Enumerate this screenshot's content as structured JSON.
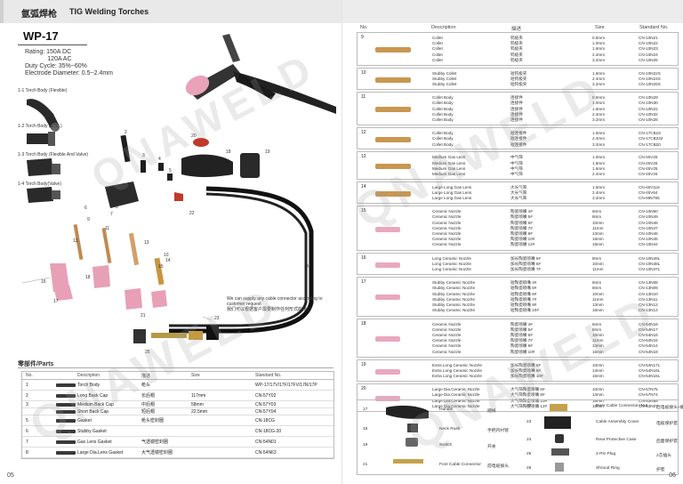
{
  "left": {
    "cn_title": "氩弧焊枪",
    "en_title": "TIG Welding Torches",
    "model": "WP-17",
    "specs": [
      "Rating:  150A DC",
      "             120A AC",
      "Duty Cycle:  35%~60%",
      "Electrode Diameter:  0.5~2.4mm"
    ],
    "bodies": [
      "1-1  Torch Body  (Flexible)",
      "1-2  Torch Body (STD.)",
      "1-3  Torch Body (Flexible And Valve)",
      "1-4  Torch Body(Valve)"
    ],
    "numbers": [
      "2",
      "3",
      "4",
      "5",
      "6",
      "7",
      "8",
      "9",
      "10",
      "11",
      "12",
      "13",
      "14",
      "15",
      "16",
      "17",
      "18",
      "19",
      "20",
      "21",
      "22",
      "23",
      "24",
      "25"
    ],
    "note": "We can supply any cable connector according to customer request\n我们可以根据客户需要制作任何形式的接口",
    "parts_title": "零部件/Parts",
    "table_head": [
      "No.",
      "Description",
      "描述",
      "Size",
      "Standard No."
    ],
    "table": [
      [
        "1",
        "Torch Body",
        "枪头",
        "",
        "WP-17/17V/17F/17FV/17R/17P"
      ],
      [
        "2",
        "Long Back Cap",
        "长后帽",
        "117mm",
        "CN-57Y02"
      ],
      [
        "3",
        "Medium Back Cap",
        "中后帽",
        "58mm",
        "CN-57Y03"
      ],
      [
        "",
        "Short Back Cap",
        "短后帽",
        "22.5mm",
        "CN-57Y04"
      ],
      [
        "5",
        "Gasket",
        "枪头密封圈",
        "",
        "CN-18CG"
      ],
      [
        "6",
        "Stubby Gasket",
        "",
        "",
        "CN-18CG-20"
      ],
      [
        "7",
        "Gas Lens Gasket",
        "气透镜密封圈",
        "",
        "CN-54N01"
      ],
      [
        "8",
        "Large Dia.Lens Gasket",
        "大气透镜密封圈",
        "",
        "CN-54N63"
      ]
    ],
    "page_no": "05"
  },
  "right": {
    "head": [
      "No.",
      "Description",
      "描述",
      "Size",
      "Standard No."
    ],
    "groups": [
      {
        "no": "9",
        "rows": [
          [
            "Collet",
            "钨极夹",
            "0.5mm",
            "CN-10N21"
          ],
          [
            "Collet",
            "钨极夹",
            "1.0mm",
            "CN-10N22"
          ],
          [
            "Collet",
            "钨极夹",
            "1.6mm",
            "CN-10N23"
          ],
          [
            "Collet",
            "钨极夹",
            "2.4mm",
            "CN-10N24"
          ],
          [
            "Collet",
            "钨极夹",
            "3.2mm",
            "CN-10N25"
          ]
        ]
      },
      {
        "no": "10",
        "rows": [
          [
            "Stubby Collet",
            "短钨极夹",
            "1.6mm",
            "CN-10N22S"
          ],
          [
            "Stubby Collet",
            "短钨极夹",
            "2.4mm",
            "CN-10N24S"
          ],
          [
            "Stubby Collet",
            "短钨极夹",
            "3.2mm",
            "CN-10N25S"
          ]
        ]
      },
      {
        "no": "11",
        "rows": [
          [
            "Collet Body",
            "连接件",
            "0.5mm",
            "CN-10N29"
          ],
          [
            "Collet Body",
            "连接件",
            "1.0mm",
            "CN-10N30"
          ],
          [
            "Collet Body",
            "连接件",
            "1.6mm",
            "CN-10N31"
          ],
          [
            "Collet Body",
            "连接件",
            "2.4mm",
            "CN-10N32"
          ],
          [
            "Collet Body",
            "连接件",
            "3.2mm",
            "CN-10N28"
          ]
        ]
      },
      {
        "no": "12",
        "rows": [
          [
            "Collet Body",
            "短连接件",
            "1.6mm",
            "CN-17CB18"
          ],
          [
            "Collet Body",
            "短连接件",
            "2.4mm",
            "CN-17CB332"
          ],
          [
            "Collet Body",
            "短连接件",
            "3.2mm",
            "CN-17CB20"
          ]
        ]
      },
      {
        "no": "13",
        "rows": [
          [
            "Medium Gas Lens",
            "中气筛",
            "1.0mm",
            "CN-45V25"
          ],
          [
            "Medium Gas Lens",
            "中气筛",
            "1.6mm",
            "CN-45V26"
          ],
          [
            "Medium Gas Lens",
            "中气筛",
            "1.6mm",
            "CN-45V25"
          ],
          [
            "Medium Gas Lens",
            "中气筛",
            "2.4mm",
            "CN-45V26"
          ]
        ]
      },
      {
        "no": "14",
        "rows": [
          [
            "Large Long Gas Lens",
            "大长气筛",
            "1.6mm",
            "CN-45V116"
          ],
          [
            "Large Long Gas Lens",
            "大长气筛",
            "2.4mm",
            "CN-45V64"
          ],
          [
            "Large Long Gas Lens",
            "大长气筛",
            "3.2mm",
            "CN-995795"
          ]
        ]
      },
      {
        "no": "15",
        "rows": [
          [
            "Ceramic Nozzle",
            "陶瓷喷嘴  4#",
            "6mm",
            "CN-10N50"
          ],
          [
            "Ceramic Nozzle",
            "陶瓷喷嘴  5#",
            "8mm",
            "CN-10N49"
          ],
          [
            "Ceramic Nozzle",
            "陶瓷喷嘴  6#",
            "10mm",
            "CN-10N48"
          ],
          [
            "Ceramic Nozzle",
            "陶瓷喷嘴  7#",
            "11mm",
            "CN-10N47"
          ],
          [
            "Ceramic Nozzle",
            "陶瓷喷嘴  8#",
            "13mm",
            "CN-10N46"
          ],
          [
            "Ceramic Nozzle",
            "陶瓷喷嘴  10#",
            "16mm",
            "CN-10N45"
          ],
          [
            "Ceramic Nozzle",
            "陶瓷喷嘴  12#",
            "19mm",
            "CN-10N44"
          ]
        ]
      },
      {
        "no": "16",
        "rows": [
          [
            "Long Ceramic Nozzle",
            "加长陶瓷喷嘴  5#",
            "8mm",
            "CN-10N49L"
          ],
          [
            "Long Ceramic Nozzle",
            "加长陶瓷喷嘴  6#",
            "10mm",
            "CN-10N48L"
          ],
          [
            "Long Ceramic Nozzle",
            "加长陶瓷喷嘴  7#",
            "11mm",
            "CN-10N47L"
          ]
        ]
      },
      {
        "no": "17",
        "rows": [
          [
            "Stubby Ceramic Nozzle",
            "短陶瓷喷嘴  4#",
            "6mm",
            "CN-13N08"
          ],
          [
            "Stubby Ceramic Nozzle",
            "短陶瓷喷嘴  5#",
            "8mm",
            "CN-13N09"
          ],
          [
            "Stubby Ceramic Nozzle",
            "短陶瓷喷嘴  6#",
            "10mm",
            "CN-13N10"
          ],
          [
            "Stubby Ceramic Nozzle",
            "短陶瓷喷嘴  7#",
            "11mm",
            "CN-13N11"
          ],
          [
            "Stubby Ceramic Nozzle",
            "短陶瓷喷嘴  8#",
            "13mm",
            "CN-13N12"
          ],
          [
            "Stubby Ceramic Nozzle",
            "短陶瓷喷嘴  10#",
            "16mm",
            "CN-13N13"
          ]
        ]
      },
      {
        "no": "18",
        "rows": [
          [
            "Ceramic Nozzle",
            "陶瓷喷嘴  4#",
            "6mm",
            "CN-54N18"
          ],
          [
            "Ceramic Nozzle",
            "陶瓷喷嘴  5#",
            "8mm",
            "CN-54N17"
          ],
          [
            "Ceramic Nozzle",
            "陶瓷喷嘴  6#",
            "10mm",
            "CN-54N16"
          ],
          [
            "Ceramic Nozzle",
            "陶瓷喷嘴  7#",
            "11mm",
            "CN-54N15"
          ],
          [
            "Ceramic Nozzle",
            "陶瓷喷嘴  8#",
            "13mm",
            "CN-54N14"
          ],
          [
            "Ceramic Nozzle",
            "陶瓷喷嘴  10#",
            "16mm",
            "CN-54N19"
          ]
        ]
      },
      {
        "no": "19",
        "rows": [
          [
            "Extra Long Ceramic Nozzle",
            "加长陶瓷喷嘴  6#",
            "10mm",
            "CN-54N17L"
          ],
          [
            "Extra Long Ceramic Nozzle",
            "加长陶瓷喷嘴  8#",
            "13mm",
            "CN-54N16L"
          ],
          [
            "Extra Long Ceramic Nozzle",
            "加长陶瓷喷嘴  10#",
            "16mm",
            "CN-54N15L"
          ]
        ]
      },
      {
        "no": "20",
        "rows": [
          [
            "Large Dia.Ceramic Nozzle",
            "大气筛陶瓷喷嘴  6#",
            "10mm",
            "CN-57N75"
          ],
          [
            "Large Dia.Ceramic Nozzle",
            "大气筛陶瓷喷嘴  8#",
            "13mm",
            "CN-57N74"
          ],
          [
            "Large Dia.Ceramic Nozzle",
            "大气筛陶瓷喷嘴  10#",
            "16mm",
            "CN-53N88"
          ],
          [
            "Large Dia.Ceramic Nozzle",
            "大气筛陶瓷喷嘴  12#",
            "19mm",
            "CN-53N87"
          ]
        ]
      }
    ],
    "bottom": [
      [
        "17",
        "Handle",
        "把线"
      ],
      [
        "18",
        "Neck Rush",
        "手把内衬管"
      ],
      [
        "19",
        "Switch",
        "开关"
      ],
      [
        "21",
        "Font Cable Connector",
        "前电缆接头"
      ],
      [
        "22",
        "Rear Cable Connector+Nut",
        "后电缆接头+螺母"
      ],
      [
        "23",
        "Cable Assembly Cover",
        "电缆保护套"
      ],
      [
        "24",
        "Rear Protective Case",
        "后面保护套"
      ],
      [
        "25",
        "2-Pin Plug",
        "2芯插头"
      ],
      [
        "26",
        "Shroud Ring",
        "护套"
      ]
    ],
    "page_no": "06"
  },
  "watermark": "QNAWELD"
}
